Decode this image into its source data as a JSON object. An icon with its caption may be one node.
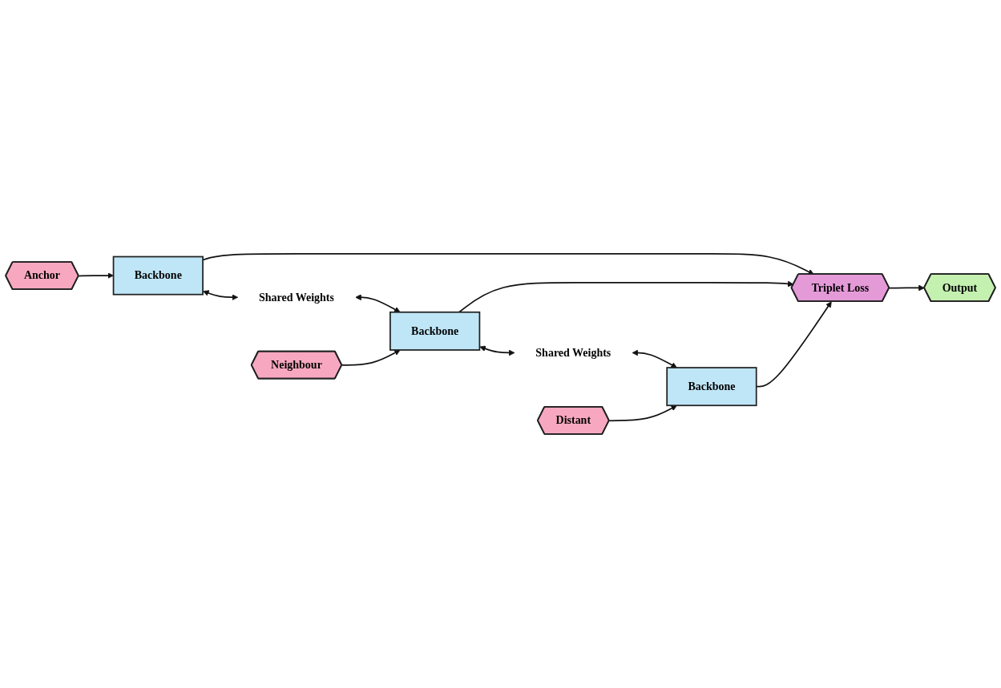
{
  "diagram": {
    "nodes": [
      {
        "text": [
          "Anchor"
        ]
      },
      {
        "text": [
          "Backbone"
        ]
      },
      {
        "text": [
          "Shared Weights"
        ]
      },
      {
        "text": [
          "Neighbour"
        ]
      },
      {
        "text": [
          "Backbone"
        ]
      },
      {
        "text": [
          "Shared Weights"
        ]
      },
      {
        "text": [
          "Distant"
        ]
      },
      {
        "text": [
          "Backbone"
        ]
      },
      {
        "text": [
          "Triplet Loss"
        ]
      },
      {
        "text": [
          "Output"
        ]
      }
    ],
    "edges": [
      {
        "from": 0,
        "to": 1,
        "arrow": "to"
      },
      {
        "from": 1,
        "to": 2,
        "arrow": "both"
      },
      {
        "from": 2,
        "to": 4,
        "arrow": "both"
      },
      {
        "from": 3,
        "to": 4,
        "arrow": "to"
      },
      {
        "from": 4,
        "to": 5,
        "arrow": "both"
      },
      {
        "from": 5,
        "to": 7,
        "arrow": "both"
      },
      {
        "from": 6,
        "to": 7,
        "arrow": "to"
      },
      {
        "from": 1,
        "to": 8,
        "arrow": "to"
      },
      {
        "from": 4,
        "to": 8,
        "arrow": "to"
      },
      {
        "from": 7,
        "to": 8,
        "arrow": "to"
      },
      {
        "from": 8,
        "to": 9,
        "arrow": "to"
      }
    ]
  }
}
